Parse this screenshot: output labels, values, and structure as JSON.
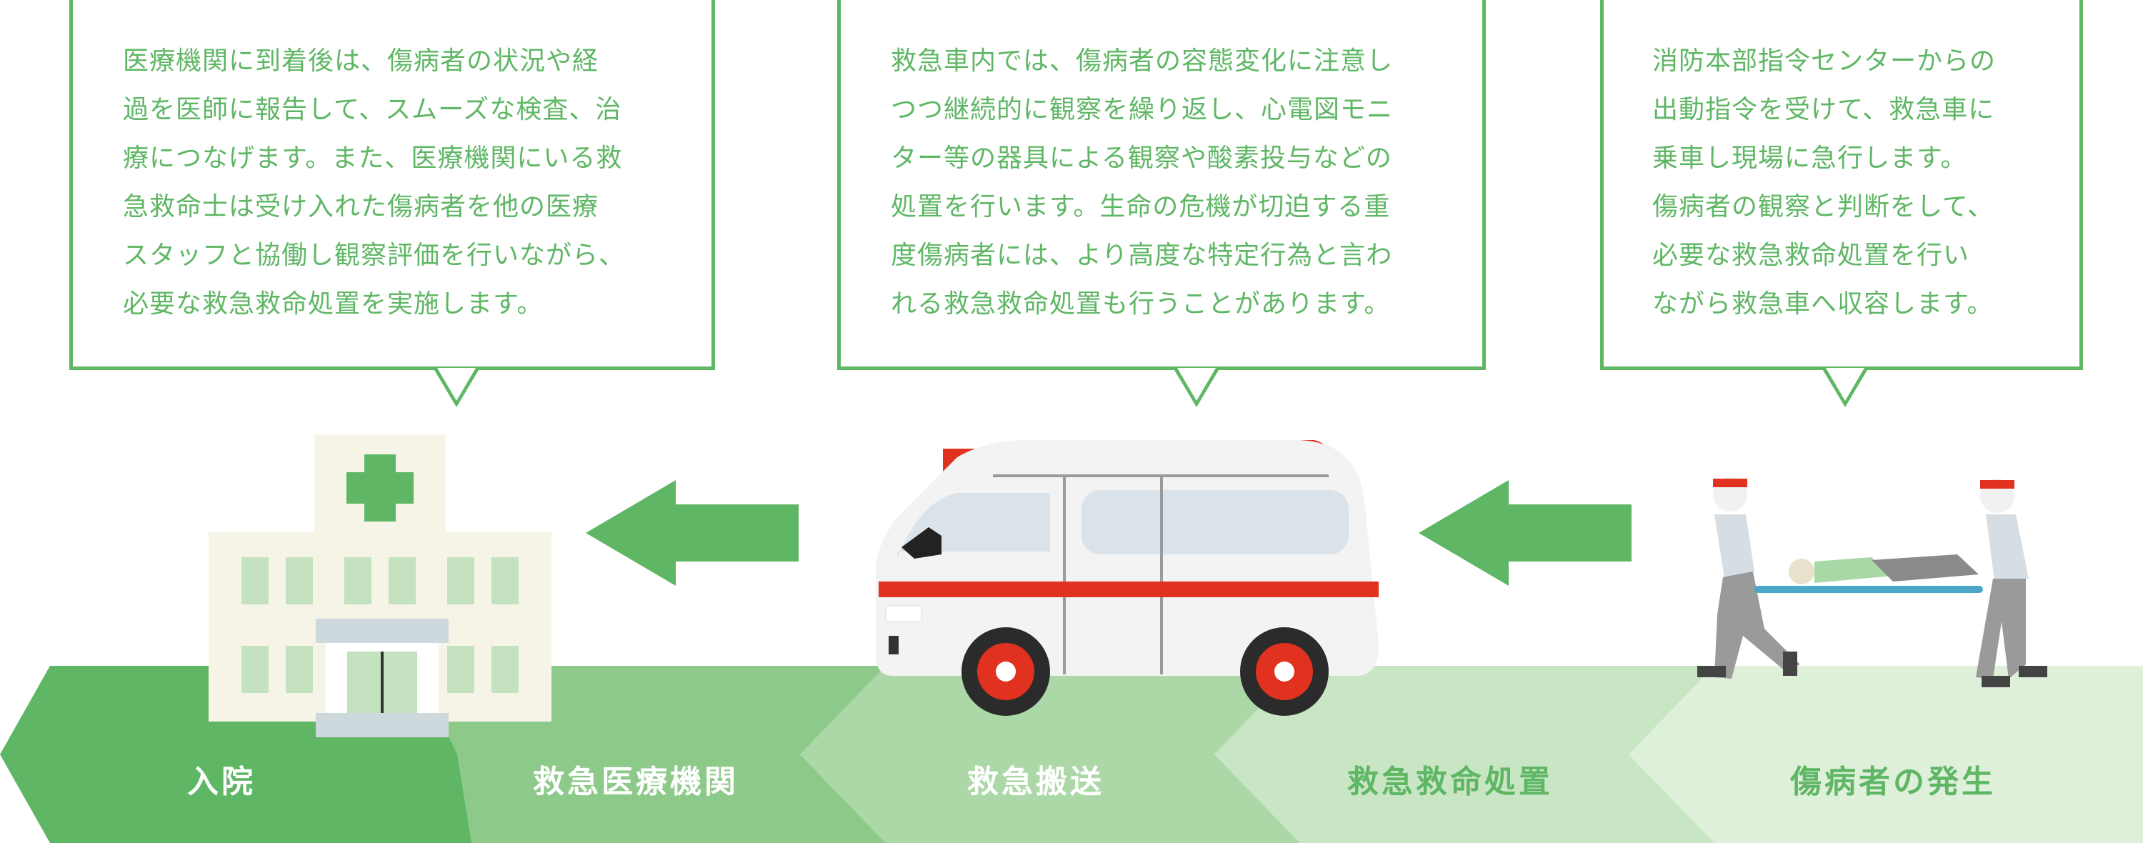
{
  "bubbles": {
    "hospital": "医療機関に到着後は、傷病者の状況や経\n過を医師に報告して、スムーズな検査、治\n療につなげます。また、医療機関にいる救\n急救命士は受け入れた傷病者を他の医療\nスタッフと協働し観察評価を行いながら、\n必要な救急救命処置を実施します。",
    "transport": "救急車内では、傷病者の容態変化に注意し\nつつ継続的に観察を繰り返し、心電図モニ\nター等の器具による観察や酸素投与などの\n処置を行います。生命の危機が切迫する重\n度傷病者には、より高度な特定行為と言わ\nれる救急救命処置も行うことがあります。",
    "scene": "消防本部指令センターからの\n出動指令を受けて、救急車に\n乗車し現場に急行します。\n傷病者の観察と判断をして、\n必要な救急救命処置を行い\nながら救急車へ収容します。"
  },
  "steps": [
    {
      "label": "入院",
      "color": "#5fb765"
    },
    {
      "label": "救急医療機関",
      "color": "#8dca8a"
    },
    {
      "label": "救急搬送",
      "color": "#acd8a7"
    },
    {
      "label": "救急救命処置",
      "color": "#c9e6c4"
    },
    {
      "label": "傷病者の発生",
      "color": "#def0da"
    }
  ],
  "colors": {
    "accent": "#5fb765",
    "ambulance_red": "#e0321e"
  }
}
